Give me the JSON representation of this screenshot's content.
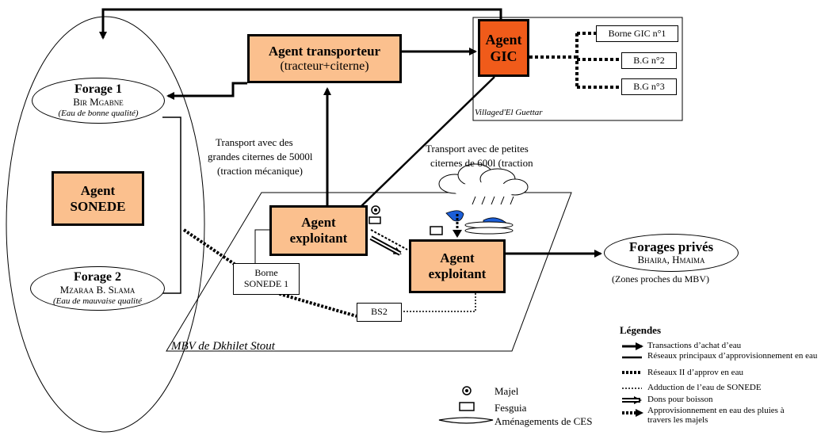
{
  "agents": {
    "transporteur": {
      "title": "Agent transporteur",
      "sub": "(tracteur+citerne)"
    },
    "gic": {
      "line1": "Agent",
      "line2": "GIC"
    },
    "sonede": {
      "line1": "Agent",
      "line2": "SONEDE"
    },
    "exploitant1": {
      "line1": "Agent",
      "line2": "exploitant"
    },
    "exploitant2": {
      "line1": "Agent",
      "line2": "exploitant"
    }
  },
  "forages": {
    "f1": {
      "title": "Forage 1",
      "name": "Bir Mgabne",
      "quality": "(Eau de bonne qualité)"
    },
    "f2": {
      "title": "Forage 2",
      "name": "Mzaraa B. Slama",
      "quality": "(Eau de mauvaise qualité"
    },
    "prives": {
      "title": "Forages privés",
      "names": "Bhaira, Hmaima",
      "note": "(Zones proches du MBV)"
    }
  },
  "bornes": {
    "gic1": "Borne GIC n°1",
    "gic2": "B.G n°2",
    "gic3": "B.G n°3",
    "sonede1_line1": "Borne",
    "sonede1_line2": "SONEDE 1",
    "bs2": "BS2"
  },
  "labels": {
    "village": "Villaged'El Guettar",
    "mbv": "MBV de Dkhilet Stout",
    "transport_big_1": "Transport avec des",
    "transport_big_2": "grandes citernes de 5000l",
    "transport_big_3": "(traction mécanique)",
    "transport_small_1": "Transport avec de petites",
    "transport_small_2": "citernes de 600l (traction"
  },
  "legend": {
    "title": "Légendes",
    "items": [
      "Transactions d’achat d’eau",
      "Réseaux principaux d’approvisionnement en eau",
      "Réseaux II d’approv en eau",
      "Adduction de l’eau de SONEDE",
      "Dons pour boisson",
      "Approvisionnement en eau des pluies à travers les majels"
    ],
    "symbols": [
      "Majel",
      "Fesguia",
      "Aménagements de CES"
    ]
  },
  "colors": {
    "agent_fill": "#fbc08e",
    "gic_fill": "#f05b1a",
    "line": "#000000"
  }
}
